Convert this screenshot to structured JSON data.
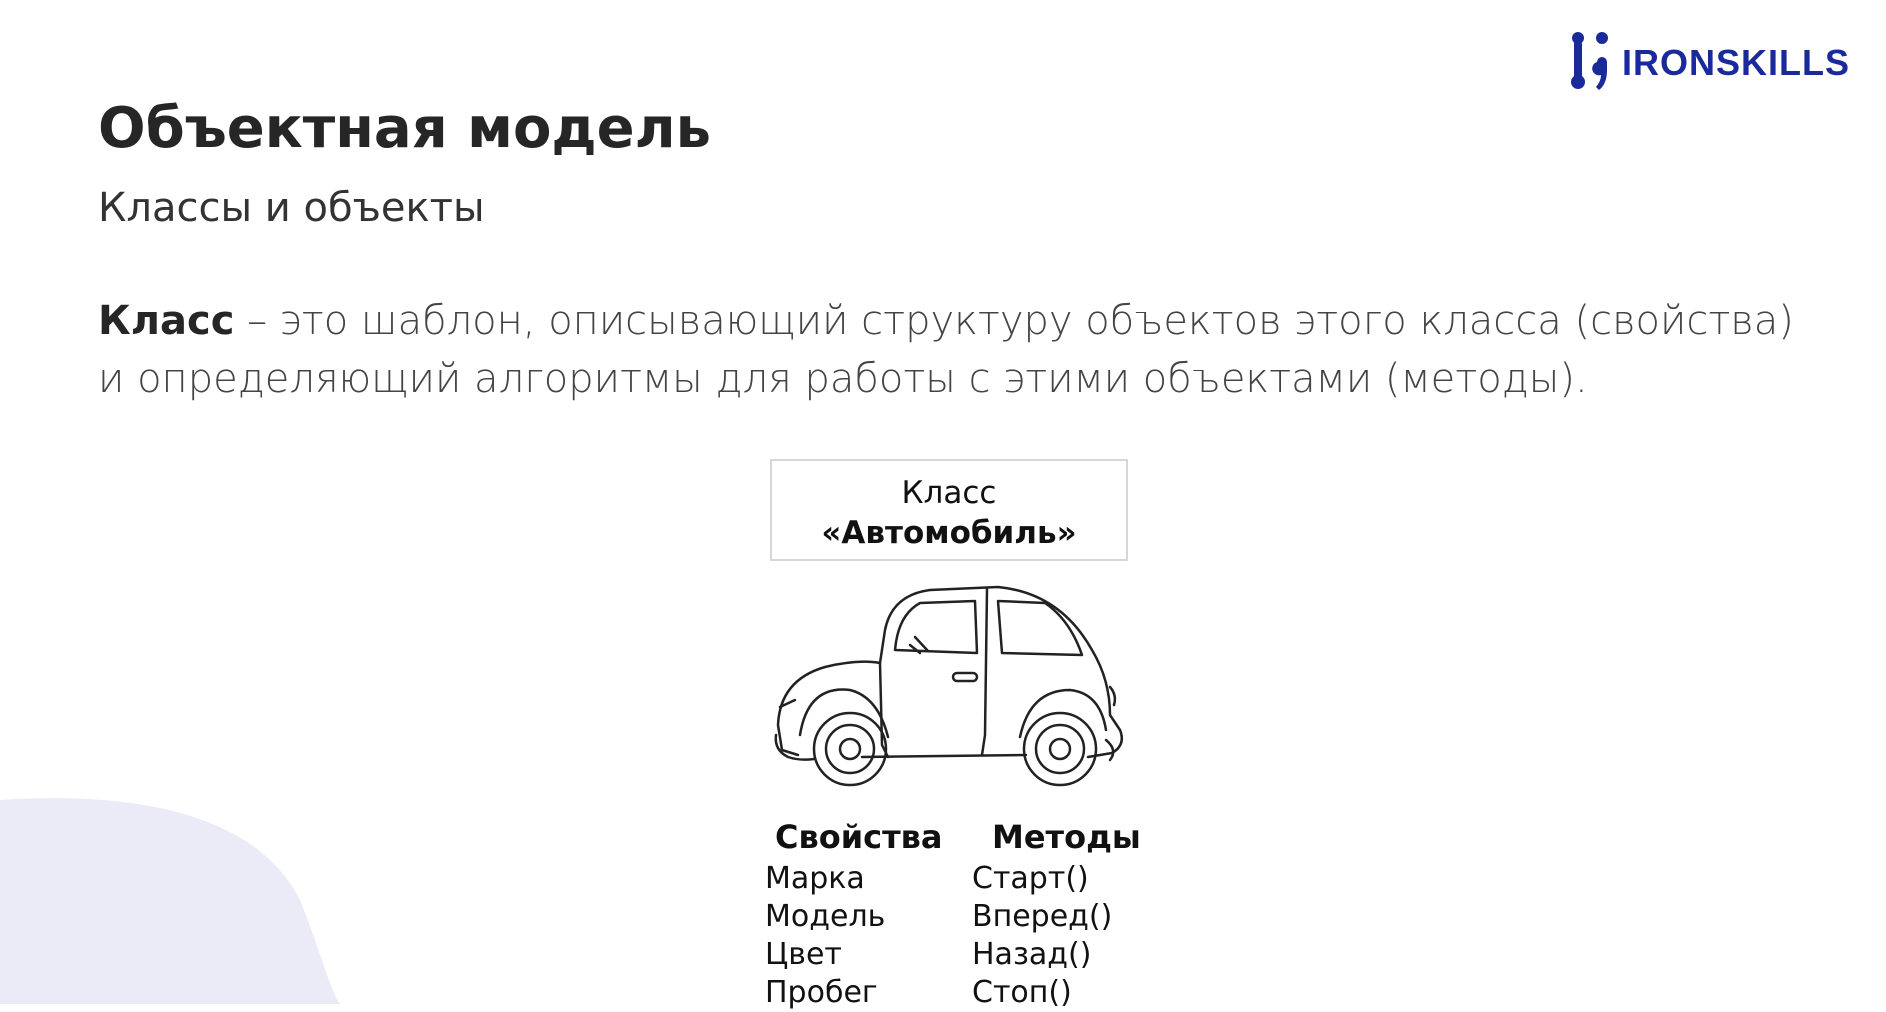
{
  "brand": {
    "name": "IRONSKILLS",
    "color": "#1b2a9b",
    "icon": "ironskills-logo-icon"
  },
  "slide": {
    "title": "Объектная модель",
    "subtitle": "Классы и объекты",
    "definition": {
      "term": "Класс",
      "line1_rest": " – это шаблон, описывающий структуру объектов этого класса (свойства)",
      "line2": "и определяющий алгоритмы для работы с этими объектами (методы)."
    }
  },
  "diagram": {
    "class_label": "Класс",
    "class_name": "«Автомобиль»",
    "illustration": "car-icon",
    "properties": {
      "header": "Свойства",
      "items": [
        "Марка",
        "Модель",
        "Цвет",
        "Пробег"
      ]
    },
    "methods": {
      "header": "Методы",
      "items": [
        "Старт()",
        "Вперед()",
        "Назад()",
        "Стоп()"
      ]
    }
  },
  "colors": {
    "decor_blob": "#ebebf8",
    "title": "#262626",
    "text": "#444444"
  }
}
